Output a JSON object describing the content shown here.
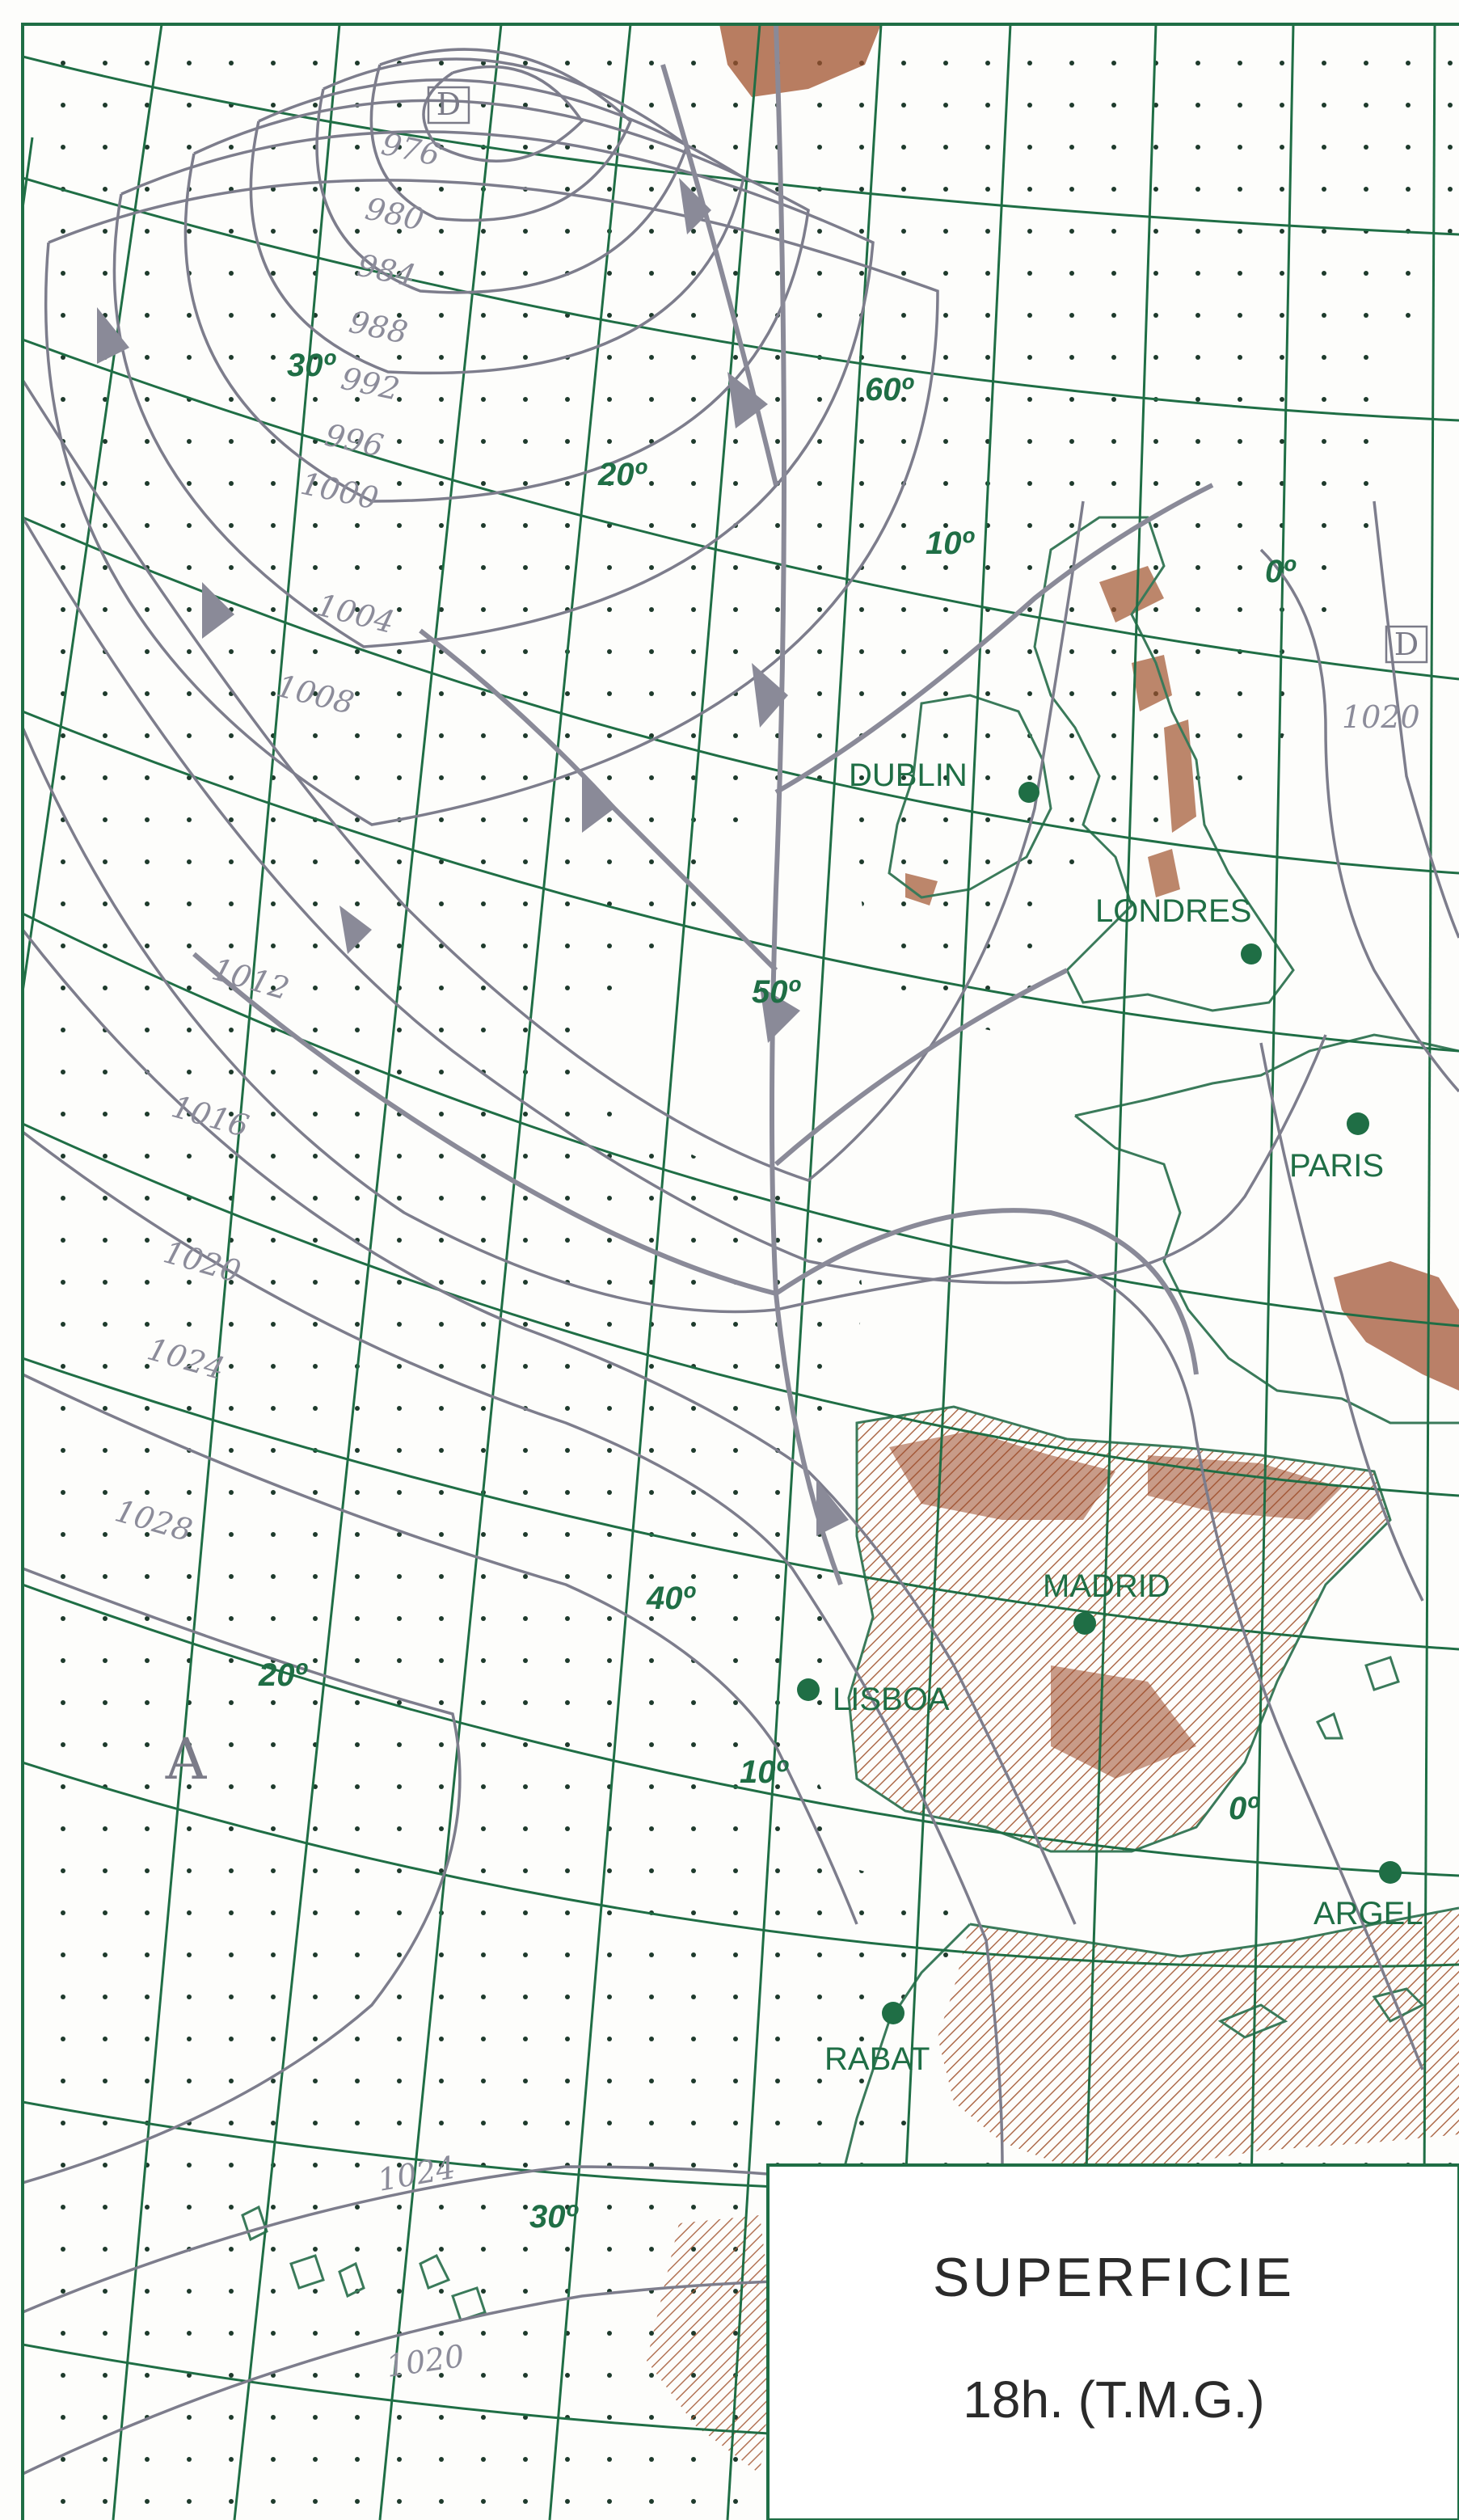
{
  "map": {
    "title": "SUPERFICIE",
    "subtitle": "18h. (T.M.G.)",
    "colors": {
      "graticule": "#1f6e45",
      "isobar": "#7d7d8c",
      "land_relief": "#a0522d",
      "coast": "#3a7a5a",
      "city_dot": "#1f6e45",
      "frame": "#1f6e45"
    },
    "cities": [
      {
        "name": "DUBLIN"
      },
      {
        "name": "LONDRES"
      },
      {
        "name": "PARIS"
      },
      {
        "name": "MADRID"
      },
      {
        "name": "LISBOA"
      },
      {
        "name": "ARGEL"
      },
      {
        "name": "RABAT"
      }
    ],
    "latitude_labels": [
      "60º",
      "50º",
      "40º",
      "30º"
    ],
    "longitude_labels": [
      "30º",
      "20º",
      "10º",
      "0º",
      "20º",
      "10º",
      "0º"
    ],
    "isobar_labels": [
      "976",
      "980",
      "984",
      "988",
      "992",
      "996",
      "1000",
      "1004",
      "1008",
      "1012",
      "1016",
      "1020",
      "1024",
      "1028",
      "1024",
      "1020",
      "1020"
    ],
    "pressure_centers": [
      "D",
      "D",
      "A"
    ]
  }
}
